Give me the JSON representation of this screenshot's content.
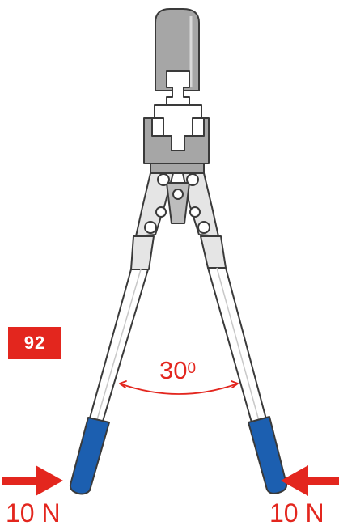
{
  "badge": {
    "label": "92"
  },
  "angle": {
    "value": "30",
    "unit": "0"
  },
  "forces": {
    "left_label": "10 N",
    "right_label": "10 N"
  },
  "colors": {
    "accent_red": "#e3261e",
    "grip_blue": "#1c5fb0",
    "metal_gray": "#a6a6a6",
    "outline_dark": "#3a3a3a"
  },
  "icons": {
    "left_arrow": "arrow-right-icon",
    "right_arrow": "arrow-left-icon",
    "tool": "crimping-tool-icon"
  }
}
